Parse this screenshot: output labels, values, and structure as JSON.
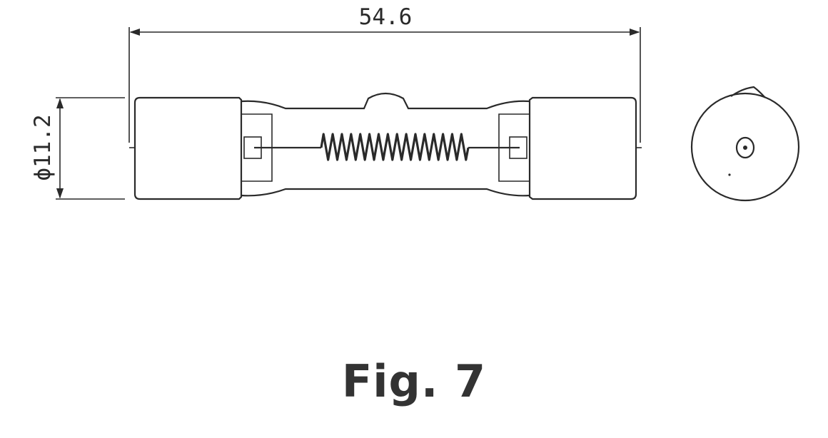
{
  "figure": {
    "caption": "Fig. 7"
  },
  "dimensions": {
    "overall_length": "54.6",
    "diameter": "ϕ11.2"
  },
  "colors": {
    "line": "#2a2a2a",
    "caption": "#333333",
    "background": "#ffffff"
  }
}
